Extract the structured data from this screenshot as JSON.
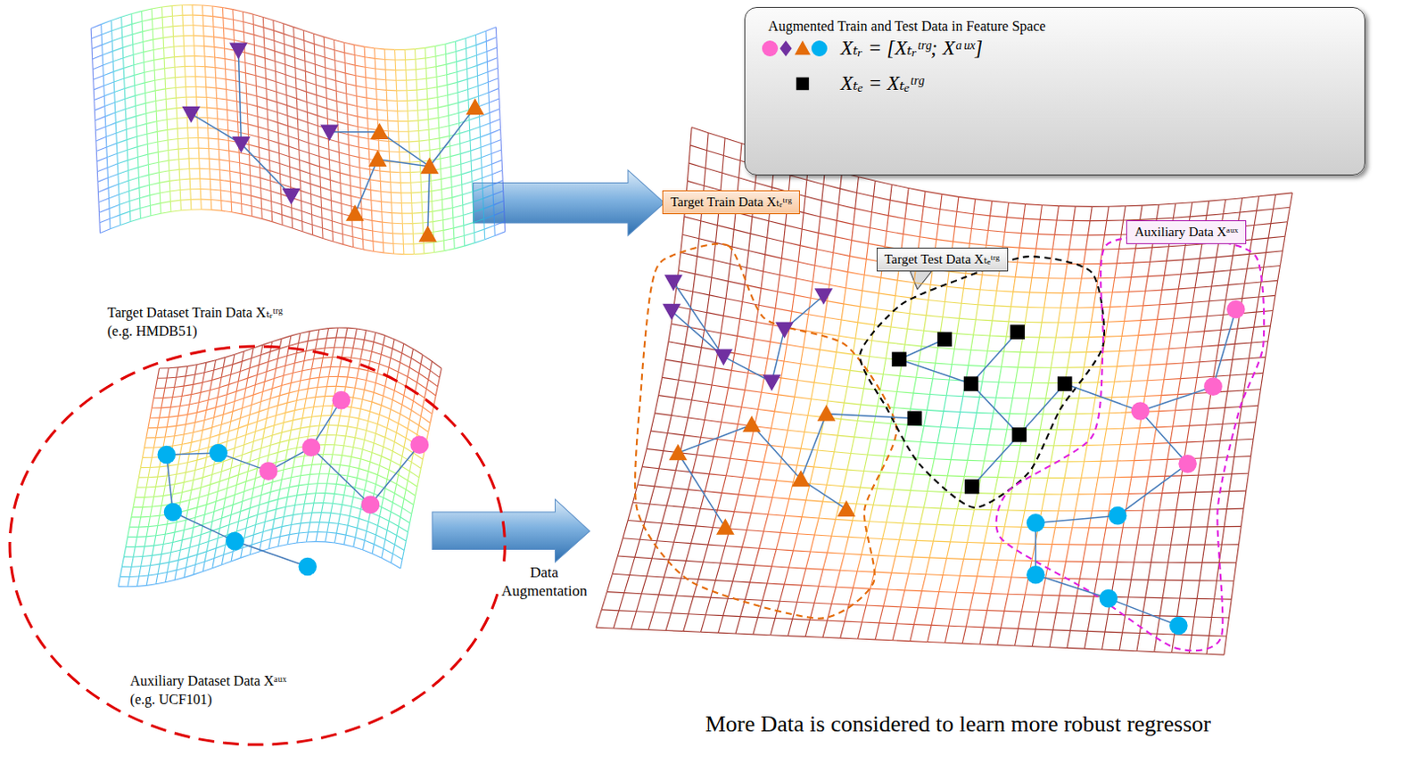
{
  "diagram": {
    "nodes": [
      {
        "text": [
          "Augmented Train and Test Data in Feature Space"
        ]
      },
      {
        "text": [
          "Target Train Data Xₜᵣᵗʳᵍ"
        ]
      },
      {
        "text": [
          "Target Test Data Xₜₑᵗʳᵍ"
        ]
      },
      {
        "text": [
          "Auxiliary Data Xᵃᵘˣ"
        ]
      },
      {
        "text": [
          "Auxiliary Dataset Data Xᵃᵘˣ (e.g. UCF101)"
        ]
      }
    ],
    "labels": [
      "Target Dataset Train Data Xₜᵣᵗʳᵍ (e.g. HMDB51)",
      "Data Augmentation",
      "More Data is considered to learn more robust regressor"
    ],
    "legend": [
      {
        "text": "Xₜᵣ = [Xₜᵣᵗʳᵍ; Xᵃᵘˣ]"
      },
      {
        "text": "Xₜₑ = Xₜₑᵗʳᵍ"
      }
    ]
  }
}
